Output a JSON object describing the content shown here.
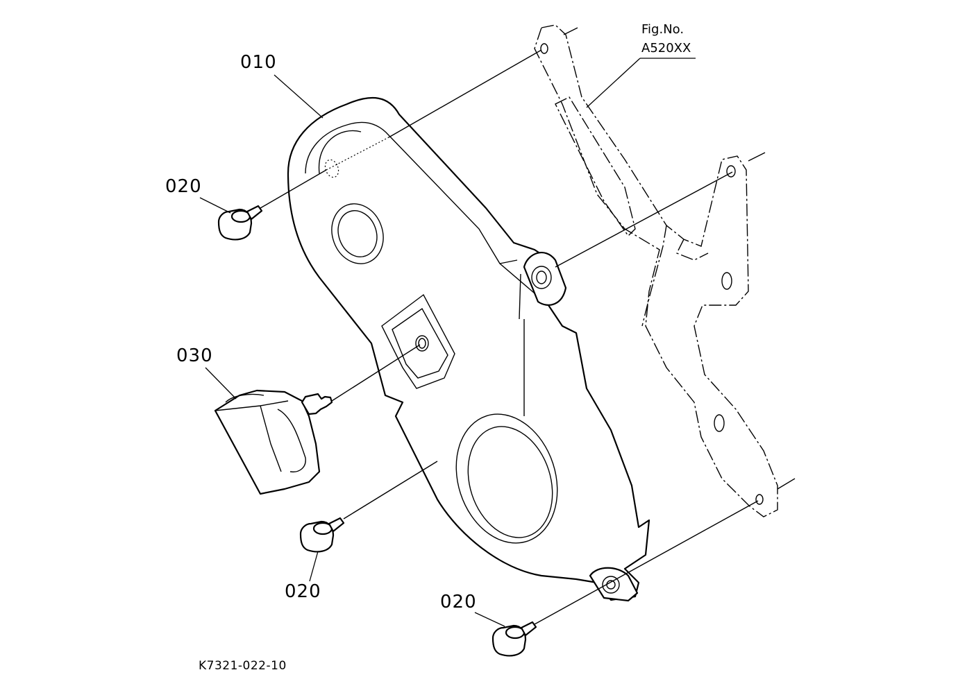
{
  "figure": {
    "fig_label": "Fig.No.",
    "fig_number": "A520XX",
    "drawing_code": "K7321-022-10"
  },
  "callouts": {
    "cover": "010",
    "bolt_top": "020",
    "bolt_middle": "020",
    "bolt_bottom": "020",
    "rubber_mount": "030"
  }
}
